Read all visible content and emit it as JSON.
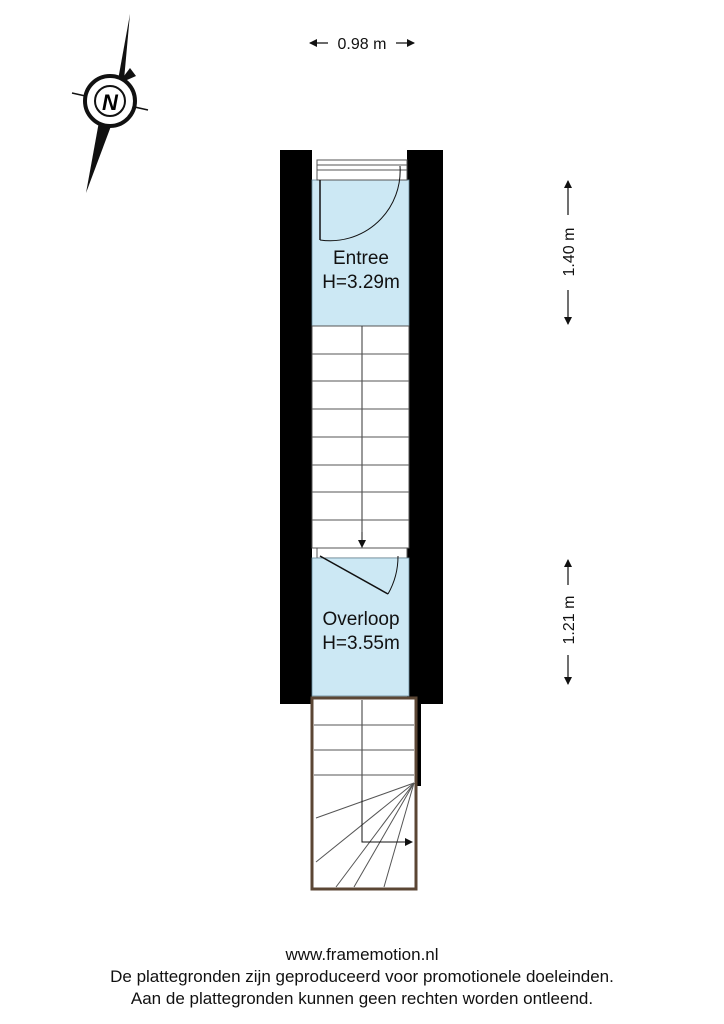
{
  "dimensions": {
    "width_label": "0.98 m",
    "upper_length_label": "1.40 m",
    "lower_length_label": "1.21 m"
  },
  "compass": {
    "label": "N"
  },
  "rooms": [
    {
      "name": "Entree",
      "height": "H=3.29m"
    },
    {
      "name": "Overloop",
      "height": "H=3.55m"
    }
  ],
  "footer": {
    "website": "www.framemotion.nl",
    "line1": "De plattegronden zijn geproduceerd voor promotionele doeleinden.",
    "line2": "Aan de plattegronden kunnen geen rechten worden ontleend."
  },
  "colors": {
    "room_fill": "#cce8f4",
    "wall": "#000000",
    "stair_frame": "#5b4634"
  }
}
